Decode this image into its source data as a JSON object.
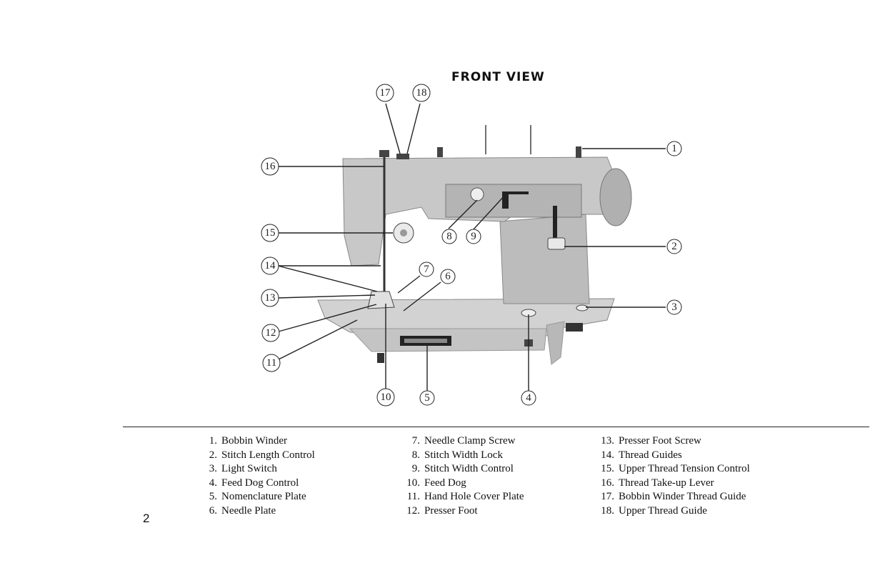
{
  "title": "FRONT VIEW",
  "page_number": "2",
  "callouts": [
    "1",
    "2",
    "3",
    "4",
    "5",
    "6",
    "7",
    "8",
    "9",
    "10",
    "11",
    "12",
    "13",
    "14",
    "15",
    "16",
    "17",
    "18"
  ],
  "legend_columns": [
    [
      {
        "num": "1.",
        "label": "Bobbin Winder"
      },
      {
        "num": "2.",
        "label": "Stitch Length Control"
      },
      {
        "num": "3.",
        "label": "Light Switch"
      },
      {
        "num": "4.",
        "label": "Feed Dog Control"
      },
      {
        "num": "5.",
        "label": "Nomenclature Plate"
      },
      {
        "num": "6.",
        "label": "Needle Plate"
      }
    ],
    [
      {
        "num": "7.",
        "label": "Needle Clamp Screw"
      },
      {
        "num": "8.",
        "label": "Stitch Width Lock"
      },
      {
        "num": "9.",
        "label": "Stitch Width Control"
      },
      {
        "num": "10.",
        "label": "Feed Dog"
      },
      {
        "num": "11.",
        "label": "Hand Hole Cover Plate"
      },
      {
        "num": "12.",
        "label": "Presser Foot"
      }
    ],
    [
      {
        "num": "13.",
        "label": "Presser Foot Screw"
      },
      {
        "num": "14.",
        "label": "Thread Guides"
      },
      {
        "num": "15.",
        "label": "Upper Thread Tension Control"
      },
      {
        "num": "16.",
        "label": "Thread Take-up Lever"
      },
      {
        "num": "17.",
        "label": "Bobbin Winder Thread Guide"
      },
      {
        "num": "18.",
        "label": "Upper Thread Guide"
      }
    ]
  ]
}
